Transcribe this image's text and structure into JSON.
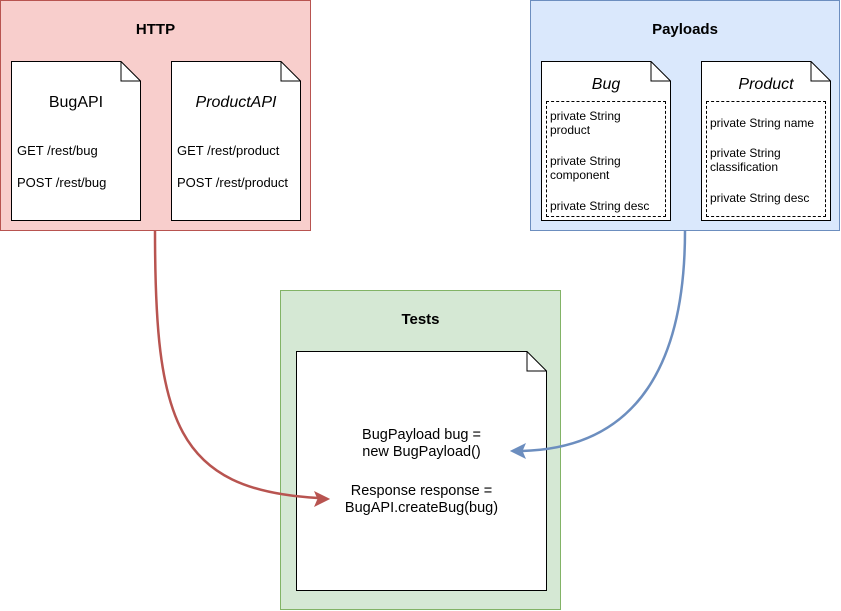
{
  "http": {
    "title": "HTTP",
    "bug_api": {
      "title": "BugAPI",
      "lines": [
        "GET /rest/bug",
        "POST /rest/bug"
      ]
    },
    "product_api": {
      "title": "ProductAPI",
      "lines": [
        "GET /rest/product",
        "POST /rest/product"
      ]
    }
  },
  "payloads": {
    "title": "Payloads",
    "bug": {
      "title": "Bug",
      "fields": [
        "private String product",
        "private String component",
        "private String desc"
      ]
    },
    "product": {
      "title": "Product",
      "fields": [
        "private String name",
        "private String classification",
        "private String desc"
      ]
    }
  },
  "tests": {
    "title": "Tests",
    "code": [
      "BugPayload bug = new BugPayload()",
      "Response response = BugAPI.createBug(bug)"
    ]
  },
  "colors": {
    "http_fill": "#f8cecc",
    "http_stroke": "#b85450",
    "payloads_fill": "#dae8fc",
    "payloads_stroke": "#6c8ebf",
    "tests_fill": "#d5e8d4",
    "tests_stroke": "#82b366"
  }
}
